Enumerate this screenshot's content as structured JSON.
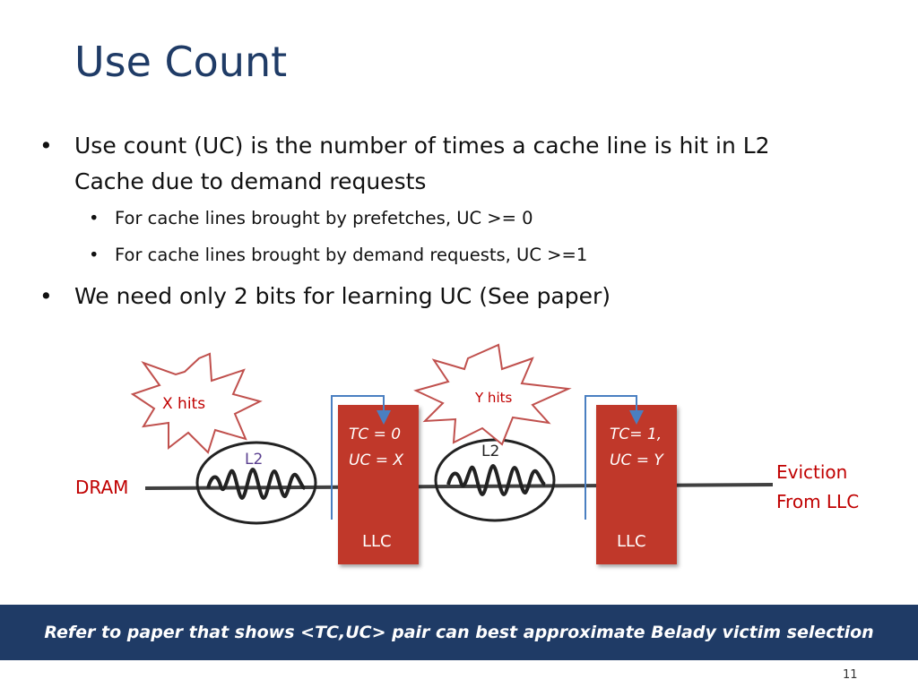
{
  "slide": {
    "title": "Use Count",
    "bullets": [
      {
        "text": "Use count (UC) is the number of times a cache line is hit in L2 Cache due to demand requests",
        "line1": "Use count (UC) is the number of times a cache line is hit in L2",
        "line2": "Cache due to demand requests"
      },
      {
        "text": "For cache lines brought by prefetches, UC >= 0"
      },
      {
        "text": "For cache lines brought by demand requests, UC >=1"
      },
      {
        "text": "We need only 2 bits for learning UC  (See paper)"
      }
    ],
    "footer": "Refer to paper that shows <TC,UC> pair can best approximate Belady victim selection",
    "page_number": "11"
  },
  "diagram": {
    "dram_label": "DRAM",
    "l2_left_label": "L2",
    "l2_right_label": "L2",
    "llc_left": {
      "tc": "TC = 0",
      "uc": "UC = X",
      "label": "LLC"
    },
    "llc_right": {
      "tc": "TC= 1,",
      "uc": "UC = Y",
      "label": "LLC"
    },
    "x_hits": "X hits",
    "y_hits": "Y hits",
    "eviction_line1": "Eviction",
    "eviction_line2": "From LLC",
    "colors": {
      "llc_fill": "#c0392b",
      "red_text": "#c00000",
      "title": "#1f3b66",
      "arrow": "#4a7fc1"
    }
  }
}
